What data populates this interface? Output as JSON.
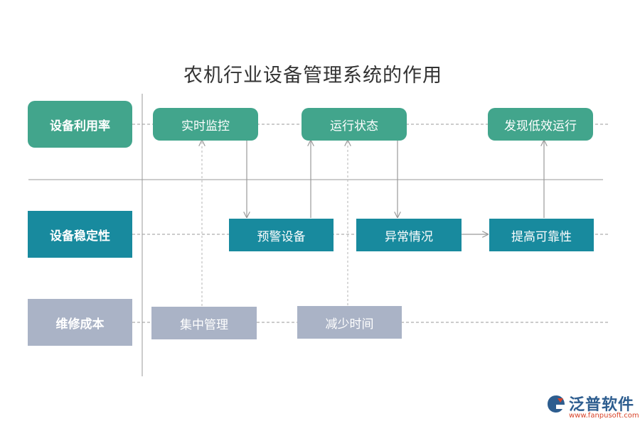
{
  "title": "农机行业设备管理系统的作用",
  "rows": [
    {
      "label": "设备利用率"
    },
    {
      "label": "设备稳定性"
    },
    {
      "label": "维修成本"
    }
  ],
  "nodes": {
    "realtime_monitor": "实时监控",
    "running_status": "运行状态",
    "find_low_efficiency": "发现低效运行",
    "warning_device": "预警设备",
    "abnormal_situation": "异常情况",
    "improve_reliability": "提高可靠性",
    "centralized_management": "集中管理",
    "reduce_time": "减少时间"
  },
  "logo": {
    "name": "泛普软件",
    "url": "www.fanpusoft.com"
  },
  "colors": {
    "green": "#42a58c",
    "teal": "#188a9e",
    "grey": "#aab3c6"
  }
}
